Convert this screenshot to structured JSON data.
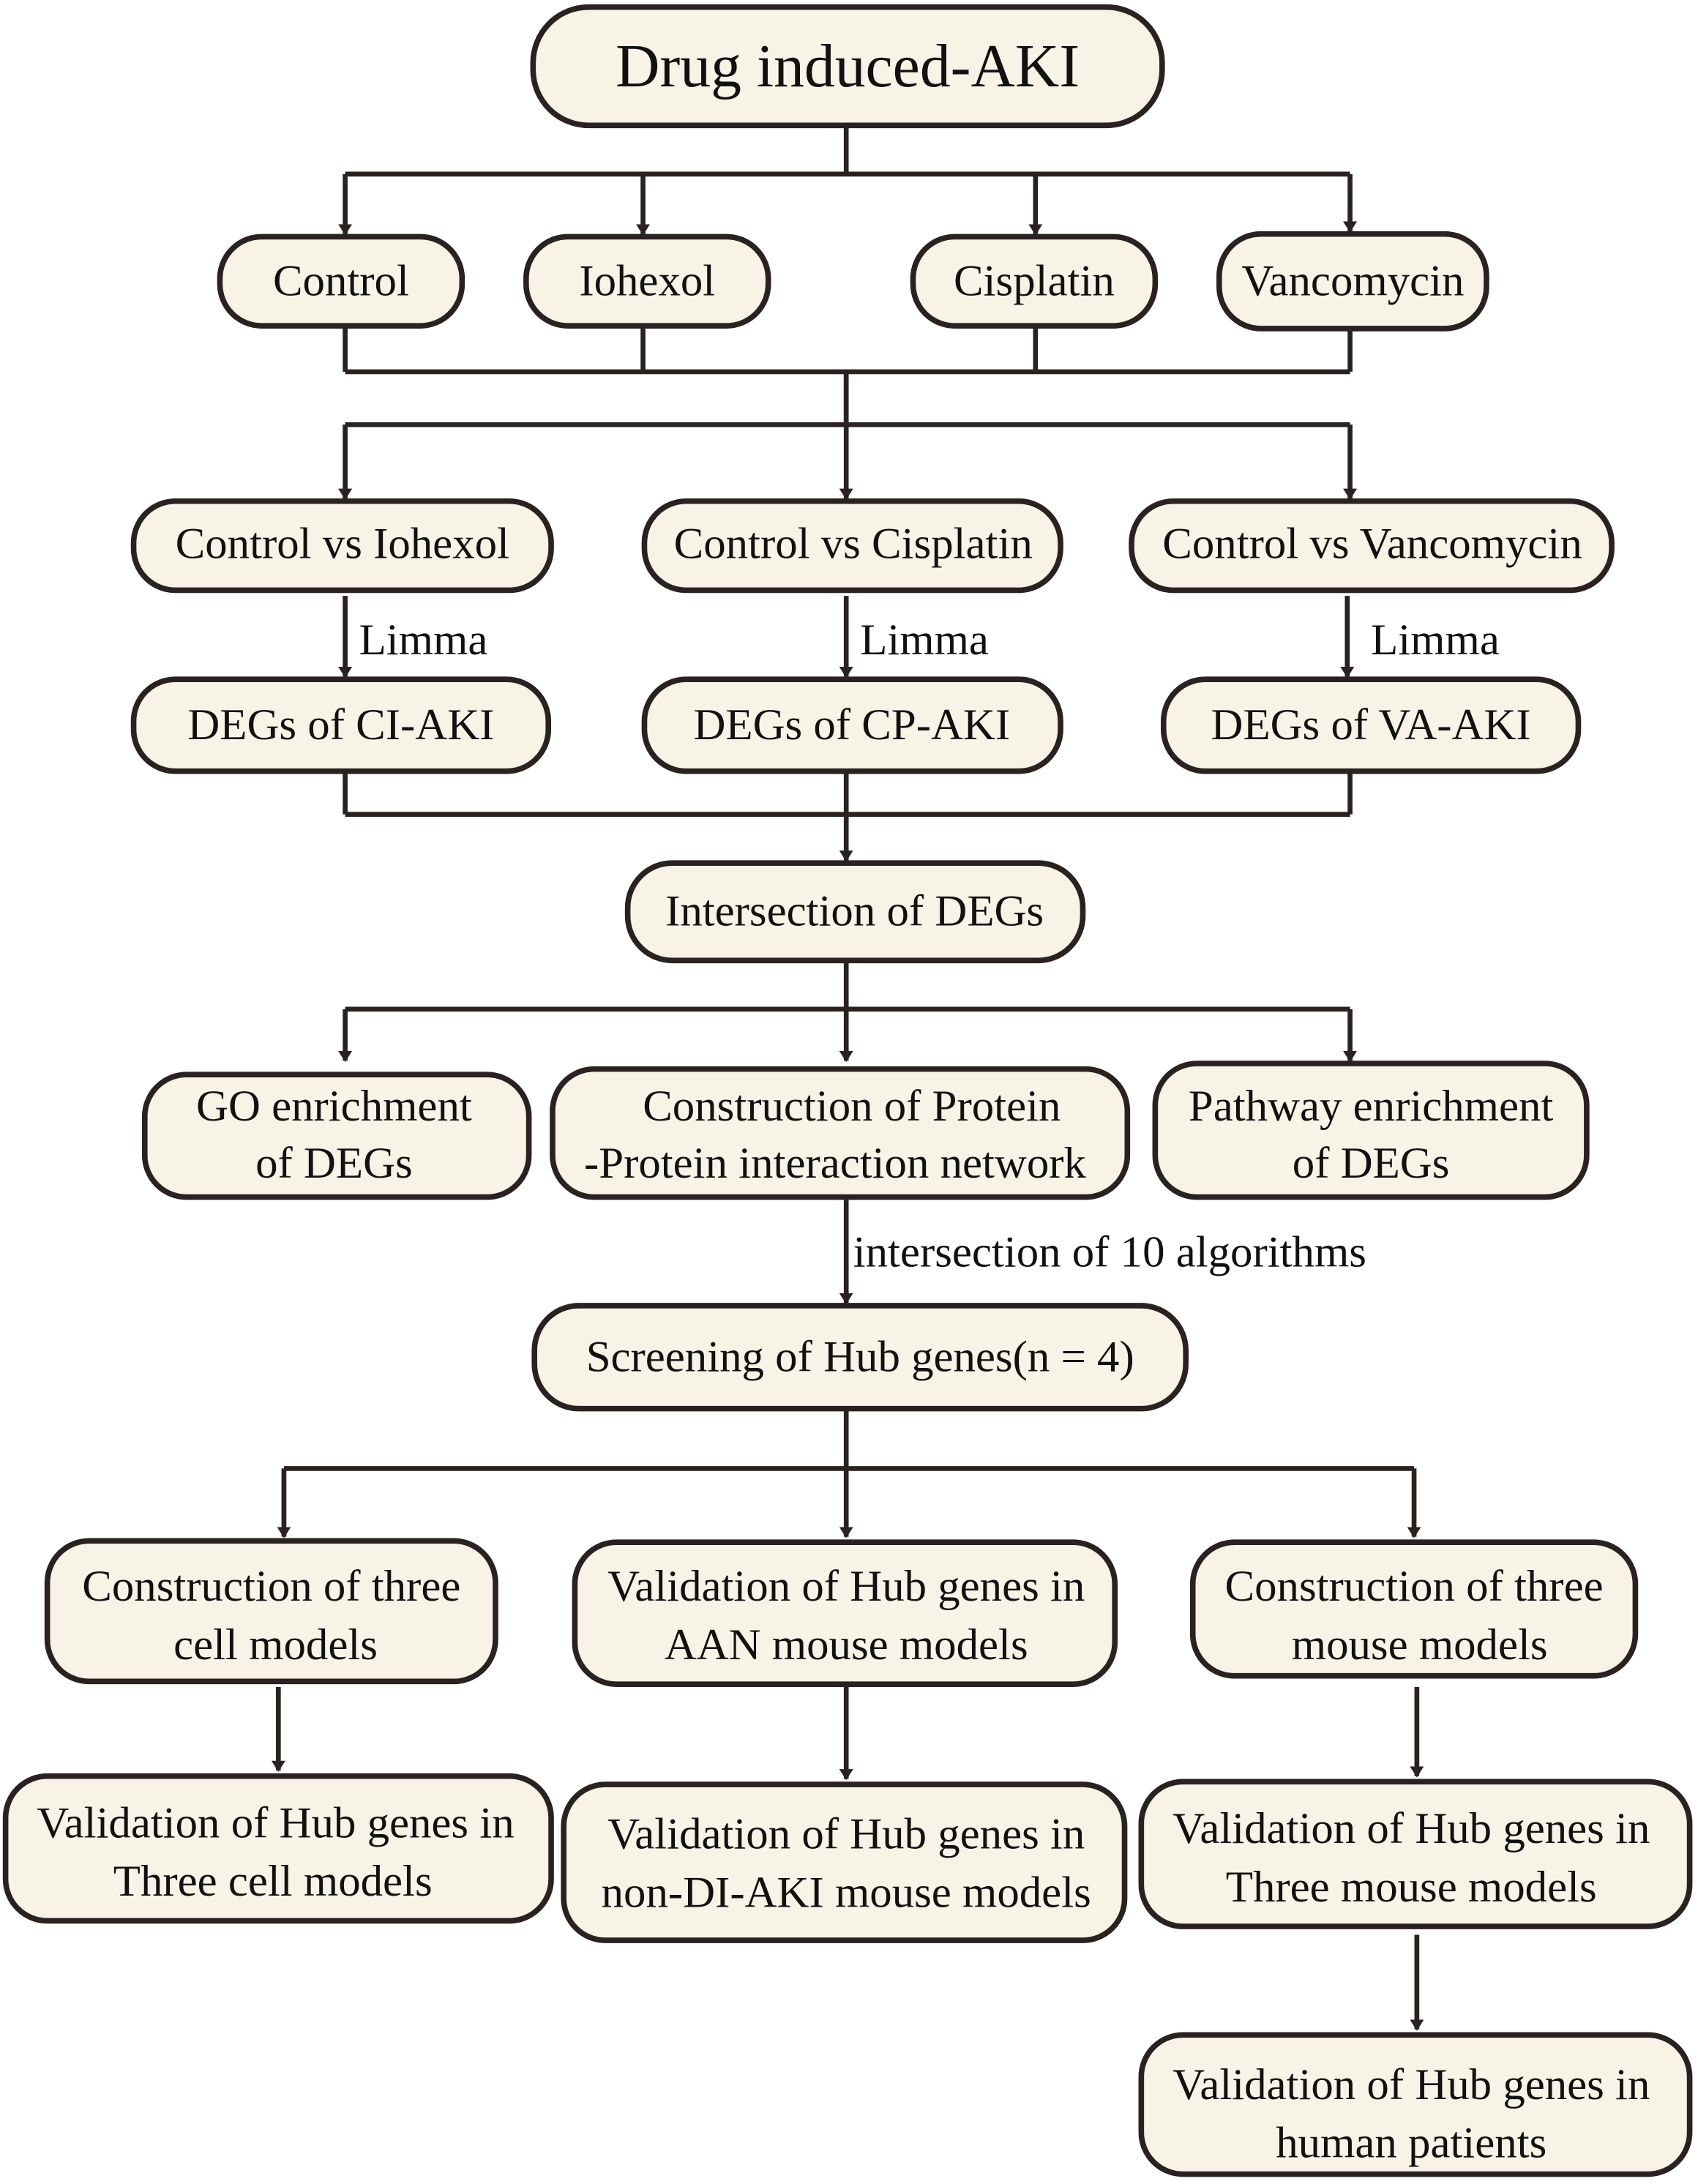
{
  "title": "Drug induced-AKI",
  "groups": [
    "Control",
    "Iohexol",
    "Cisplatin",
    "Vancomycin"
  ],
  "comparisons": [
    "Control vs Iohexol",
    "Control vs Cisplatin",
    "Control vs Vancomycin"
  ],
  "method_label": "Limma",
  "degs": [
    "DEGs of CI-AKI",
    "DEGs of CP-AKI",
    "DEGs of VA-AKI"
  ],
  "intersection": "Intersection of DEGs",
  "analyses": {
    "go": [
      "GO enrichment",
      "of DEGs"
    ],
    "ppi": [
      "Construction of Protein",
      "-Protein interaction network"
    ],
    "pathway": [
      "Pathway enrichment",
      "of DEGs"
    ]
  },
  "algorithms_label": "intersection of 10 algorithms",
  "screening": "Screening of Hub genes(n = 4)",
  "models": {
    "cell": [
      "Construction of three",
      "cell models"
    ],
    "aan": [
      "Validation of Hub genes in",
      "AAN mouse models"
    ],
    "mouse": [
      "Construction of three",
      "mouse models"
    ]
  },
  "validations": {
    "cell": [
      "Validation of Hub genes in",
      "Three cell models"
    ],
    "non_di": [
      "Validation of Hub genes in",
      "non-DI-AKI mouse models"
    ],
    "mouse": [
      "Validation of Hub genes in",
      "Three mouse models"
    ],
    "human": [
      "Validation of Hub genes in",
      "human patients"
    ]
  }
}
